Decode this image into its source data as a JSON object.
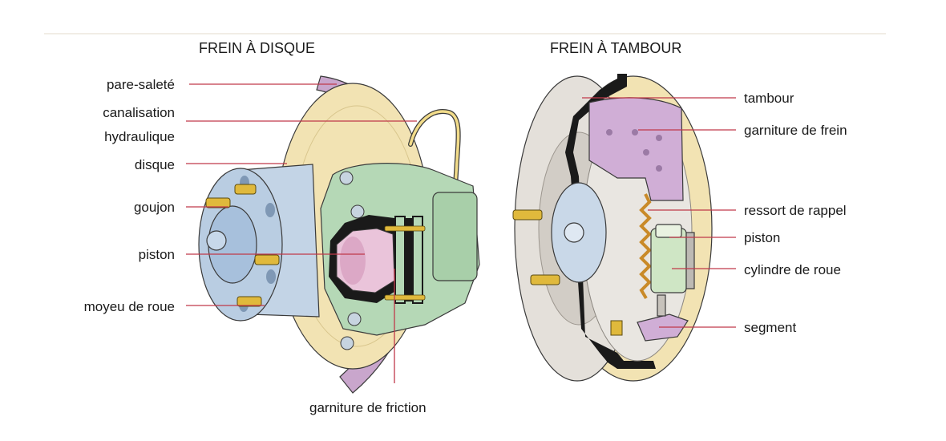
{
  "titles": {
    "disc": "FREIN À DISQUE",
    "drum": "FREIN À TAMBOUR"
  },
  "disc_labels": {
    "dust_shield": "pare-saleté",
    "hydraulic_line_1": "canalisation",
    "hydraulic_line_2": "hydraulique",
    "disc": "disque",
    "stud": "goujon",
    "piston": "piston",
    "wheel_hub": "moyeu de roue",
    "friction_lining": "garniture de friction"
  },
  "drum_labels": {
    "drum": "tambour",
    "brake_lining": "garniture de frein",
    "return_spring": "ressort de rappel",
    "piston": "piston",
    "wheel_cylinder": "cylindre de roue",
    "shoe": "segment"
  }
}
